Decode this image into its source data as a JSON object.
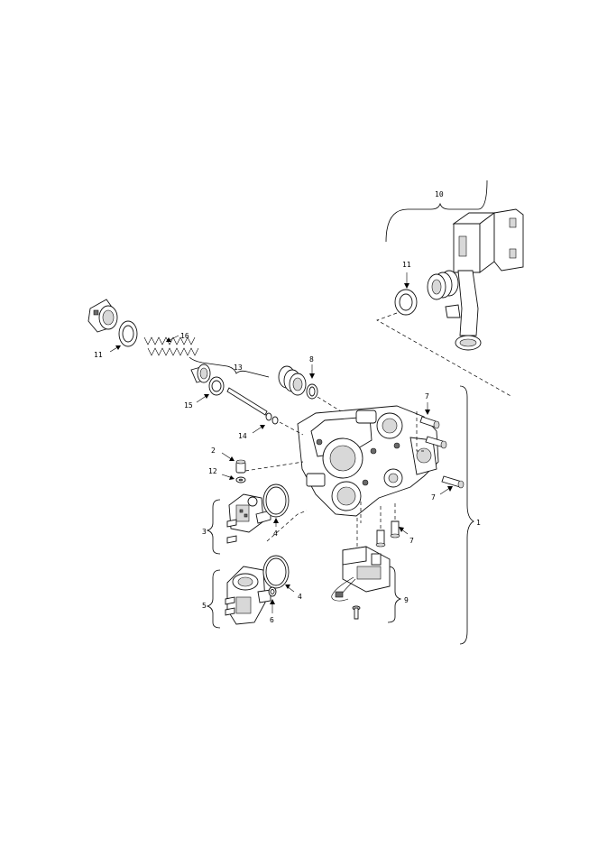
{
  "callouts": {
    "c1": "1",
    "c2": "2",
    "c3": "3",
    "c4a": "4",
    "c4b": "4",
    "c5": "5",
    "c6": "6",
    "c7a": "7",
    "c7b": "7",
    "c7c": "7",
    "c8": "8",
    "c9": "9",
    "c10": "10",
    "c11a": "11",
    "c11b": "11",
    "c12": "12",
    "c13": "13",
    "c14": "14",
    "c15": "15",
    "c16": "16"
  }
}
